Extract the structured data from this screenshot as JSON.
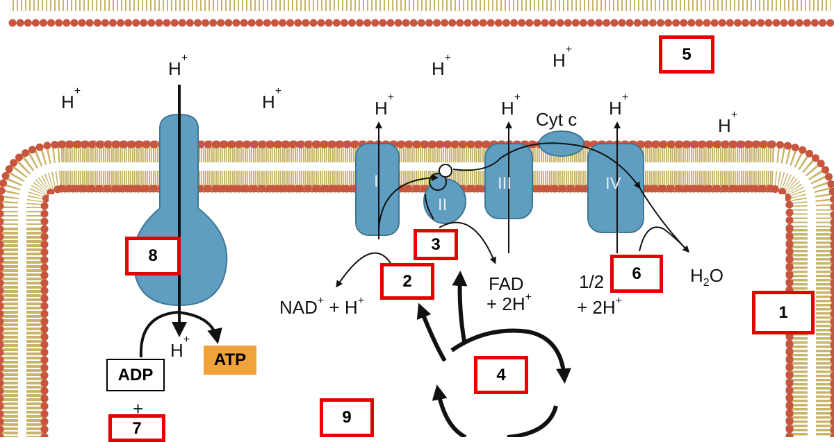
{
  "ions": {
    "h_plus": "H",
    "plus_sup": "+"
  },
  "labels": {
    "cyt_c": "Cyt c",
    "nad_text": "NAD",
    "nad_tail": " + H",
    "fad_line1": "FAD",
    "fad_line2": "+ 2H",
    "half_o2_line1": "1/2",
    "half_o2_line2": "+ 2H",
    "water_h": "H",
    "water_sub": "2",
    "water_o": "O",
    "adp": "ADP",
    "plus_sign": "+",
    "atp": "ATP"
  },
  "complexes": {
    "complex_1": "I",
    "complex_2": "II",
    "complex_3": "III",
    "complex_4": "IV"
  },
  "number_labels": {
    "n1": "1",
    "n2": "2",
    "n3": "3",
    "n4": "4",
    "n5": "5",
    "n6": "6",
    "n7": "7",
    "n8": "8",
    "n9": "9"
  },
  "colors": {
    "membrane_head": "#c8553d",
    "membrane_tail": "#c8b46a",
    "protein": "#5f9ec0",
    "protein_dark": "#3f7795",
    "label_box": "#e60000",
    "atp_fill": "#f0a33a"
  }
}
